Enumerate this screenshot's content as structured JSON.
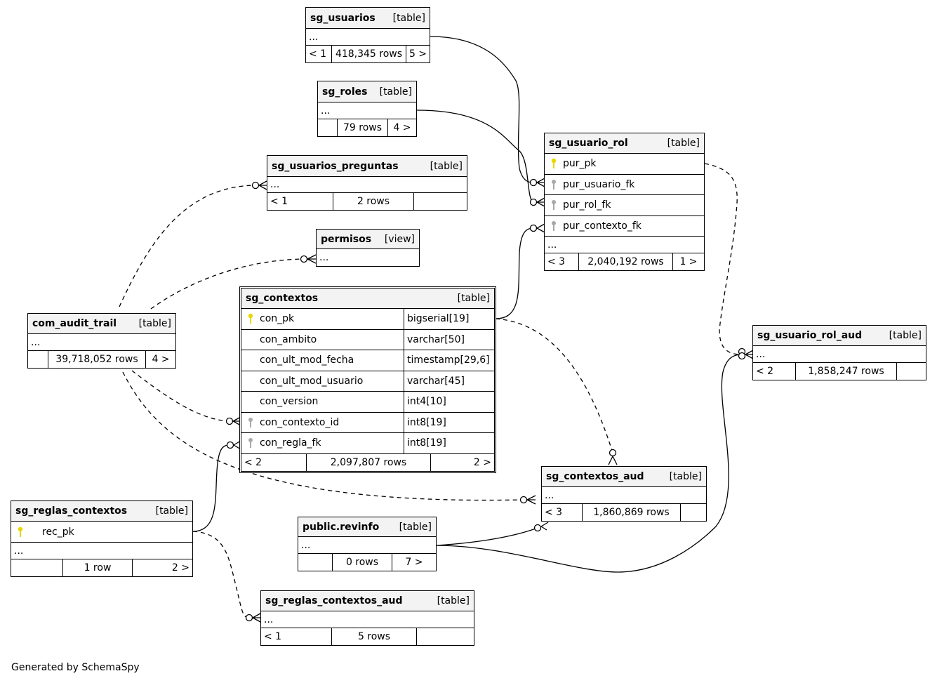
{
  "footer": "Generated by SchemaSpy",
  "colors": {
    "pk_key": "#e6d800",
    "fk_key": "#a8a8a8",
    "header_bg": "#f3f3f3"
  },
  "tables": {
    "sg_usuarios": {
      "name": "sg_usuarios",
      "kind": "[table]",
      "ellipsis": "...",
      "foot": [
        "< 1",
        "418,345 rows",
        "5 >"
      ]
    },
    "sg_roles": {
      "name": "sg_roles",
      "kind": "[table]",
      "ellipsis": "...",
      "foot": [
        "",
        "79 rows",
        "4 >"
      ]
    },
    "sg_usuarios_preguntas": {
      "name": "sg_usuarios_preguntas",
      "kind": "[table]",
      "ellipsis": "...",
      "foot": [
        "< 1",
        "2 rows",
        ""
      ]
    },
    "permisos": {
      "name": "permisos",
      "kind": "[view]",
      "ellipsis": "..."
    },
    "sg_contextos": {
      "name": "sg_contextos",
      "kind": "[table]",
      "columns": [
        {
          "name": "con_pk",
          "type": "bigserial[19]",
          "key": "pk"
        },
        {
          "name": "con_ambito",
          "type": "varchar[50]",
          "key": ""
        },
        {
          "name": "con_ult_mod_fecha",
          "type": "timestamp[29,6]",
          "key": ""
        },
        {
          "name": "con_ult_mod_usuario",
          "type": "varchar[45]",
          "key": ""
        },
        {
          "name": "con_version",
          "type": "int4[10]",
          "key": ""
        },
        {
          "name": "con_contexto_id",
          "type": "int8[19]",
          "key": "fk"
        },
        {
          "name": "con_regla_fk",
          "type": "int8[19]",
          "key": "fk"
        }
      ],
      "foot": [
        "< 2",
        "2,097,807 rows",
        "2 >"
      ]
    },
    "com_audit_trail": {
      "name": "com_audit_trail",
      "kind": "[table]",
      "ellipsis": "...",
      "foot": [
        "",
        "39,718,052 rows",
        "4 >"
      ]
    },
    "sg_usuario_rol": {
      "name": "sg_usuario_rol",
      "kind": "[table]",
      "columns": [
        {
          "name": "pur_pk",
          "key": "pk"
        },
        {
          "name": "pur_usuario_fk",
          "key": "fk"
        },
        {
          "name": "pur_rol_fk",
          "key": "fk"
        },
        {
          "name": "pur_contexto_fk",
          "key": "fk"
        }
      ],
      "ellipsis": "...",
      "foot": [
        "< 3",
        "2,040,192 rows",
        "1 >"
      ]
    },
    "sg_usuario_rol_aud": {
      "name": "sg_usuario_rol_aud",
      "kind": "[table]",
      "ellipsis": "...",
      "foot": [
        "< 2",
        "1,858,247 rows",
        ""
      ]
    },
    "sg_contextos_aud": {
      "name": "sg_contextos_aud",
      "kind": "[table]",
      "ellipsis": "...",
      "foot": [
        "< 3",
        "1,860,869 rows",
        ""
      ]
    },
    "public_revinfo": {
      "name": "public.revinfo",
      "kind": "[table]",
      "ellipsis": "...",
      "foot": [
        "",
        "0 rows",
        "7 >"
      ]
    },
    "sg_reglas_contextos": {
      "name": "sg_reglas_contextos",
      "kind": "[table]",
      "columns": [
        {
          "name": "rec_pk",
          "key": "pk"
        }
      ],
      "ellipsis": "...",
      "foot": [
        "",
        "1 row",
        "2 >"
      ]
    },
    "sg_reglas_contextos_aud": {
      "name": "sg_reglas_contextos_aud",
      "kind": "[table]",
      "ellipsis": "...",
      "foot": [
        "< 1",
        "5 rows",
        ""
      ]
    }
  }
}
